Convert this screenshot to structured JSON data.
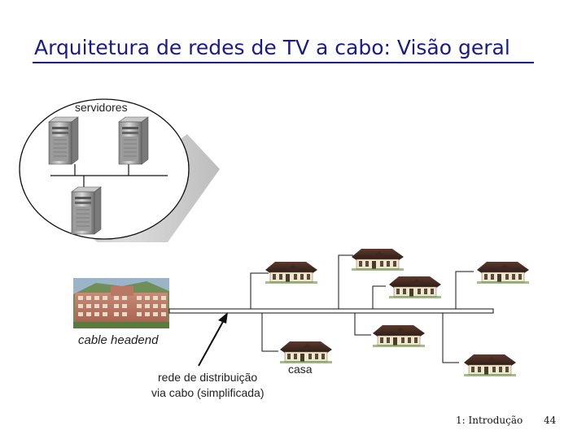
{
  "slide": {
    "title": "Arquitetura de redes de TV a cabo: Visão geral",
    "footer_section": "1: Introdução",
    "page_number": "44"
  },
  "diagram": {
    "servers_label": "servidores",
    "headend_label": "cable headend",
    "distribution_label_line1": "rede de distribuição",
    "distribution_label_line2": "via cabo (simplificada)",
    "home_label": "casa"
  }
}
